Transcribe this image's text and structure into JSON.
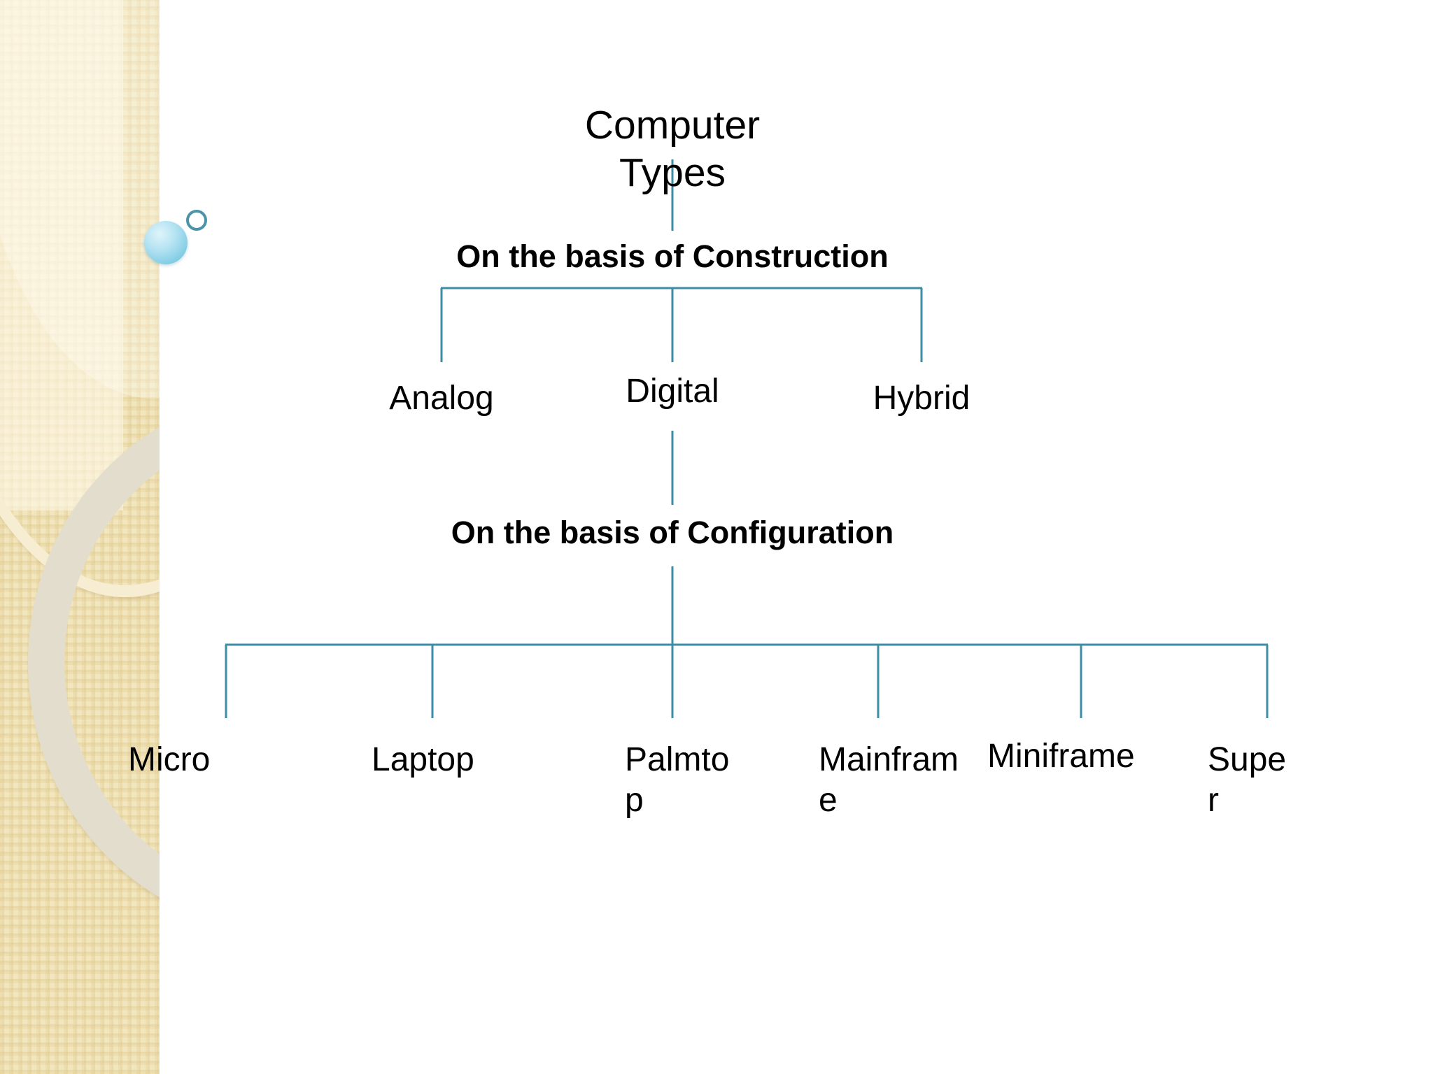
{
  "slide": {
    "title": "Computer Types",
    "theme": {
      "background": "#ffffff",
      "sidebar_bg": "#f2e6bf",
      "ring_cream": "#f7edd2",
      "ring_grey": "#e3ddcd",
      "connector": "#3c8da5",
      "sphere": "#86cfe6",
      "text": "#000000"
    }
  },
  "decorations": {
    "sphere": "blue-sphere",
    "sphere_ring": "teal-ring-outline",
    "ring_large": "cream-ring-arc",
    "ring_small": "grey-ring-arc"
  },
  "diagram": {
    "type": "tree",
    "root": {
      "label": "Computer Types",
      "bold": false
    },
    "level1": {
      "label": "On the basis of Construction",
      "bold": true
    },
    "construction_types": [
      {
        "label": "Analog"
      },
      {
        "label": "Digital"
      },
      {
        "label": "Hybrid"
      }
    ],
    "level2": {
      "label": "On the basis of Configuration",
      "bold": true
    },
    "configuration_types": [
      {
        "label": "Micro"
      },
      {
        "label": "Laptop"
      },
      {
        "label": "Palmto\np"
      },
      {
        "label": "Mainfram\ne"
      },
      {
        "label": "Miniframe"
      },
      {
        "label": "Supe\nr"
      }
    ]
  }
}
